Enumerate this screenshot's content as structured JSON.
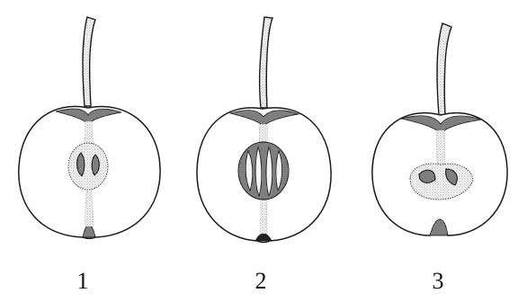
{
  "labels": [
    "1",
    "2",
    "3"
  ],
  "colors": {
    "background": "#ffffff",
    "ink": "#1a1a1a",
    "stipple": "#555555"
  }
}
